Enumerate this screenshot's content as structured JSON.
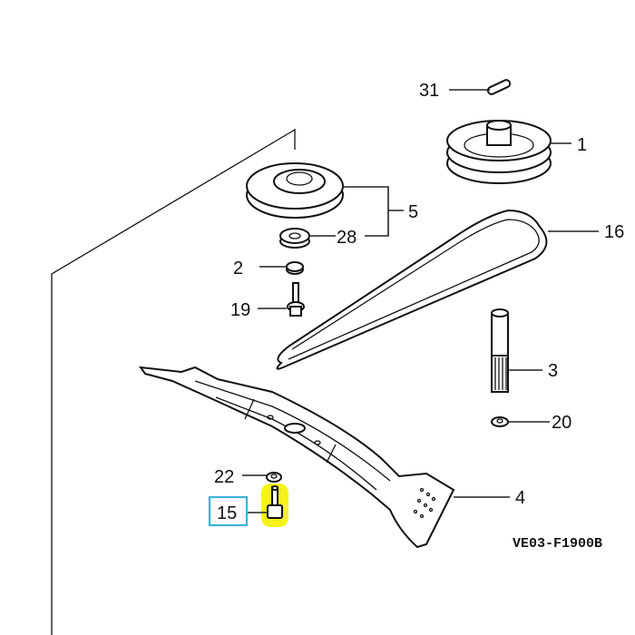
{
  "diagram": {
    "type": "exploded-parts-diagram",
    "drawing_code": "VE03-F1900B",
    "highlight": {
      "part_number": "15",
      "box_color": "#3bb3d6",
      "marker_color": "#f5f200"
    },
    "callouts": [
      {
        "id": "31",
        "label": "31",
        "part": "pin"
      },
      {
        "id": "1",
        "label": "1",
        "part": "pulley"
      },
      {
        "id": "5",
        "label": "5",
        "part": "blade-pulley-assembly"
      },
      {
        "id": "28",
        "label": "28",
        "part": "bearing"
      },
      {
        "id": "2",
        "label": "2",
        "part": "v-belt"
      },
      {
        "id": "19",
        "label": "19",
        "part": "washer"
      },
      {
        "id": "16",
        "label": "16",
        "part": "bolt"
      },
      {
        "id": "3",
        "label": "3",
        "part": "shaft"
      },
      {
        "id": "20",
        "label": "20",
        "part": "nut"
      },
      {
        "id": "4",
        "label": "4",
        "part": "blade"
      },
      {
        "id": "22",
        "label": "22",
        "part": "washer"
      },
      {
        "id": "15",
        "label": "15",
        "part": "blade-bolt"
      }
    ]
  }
}
